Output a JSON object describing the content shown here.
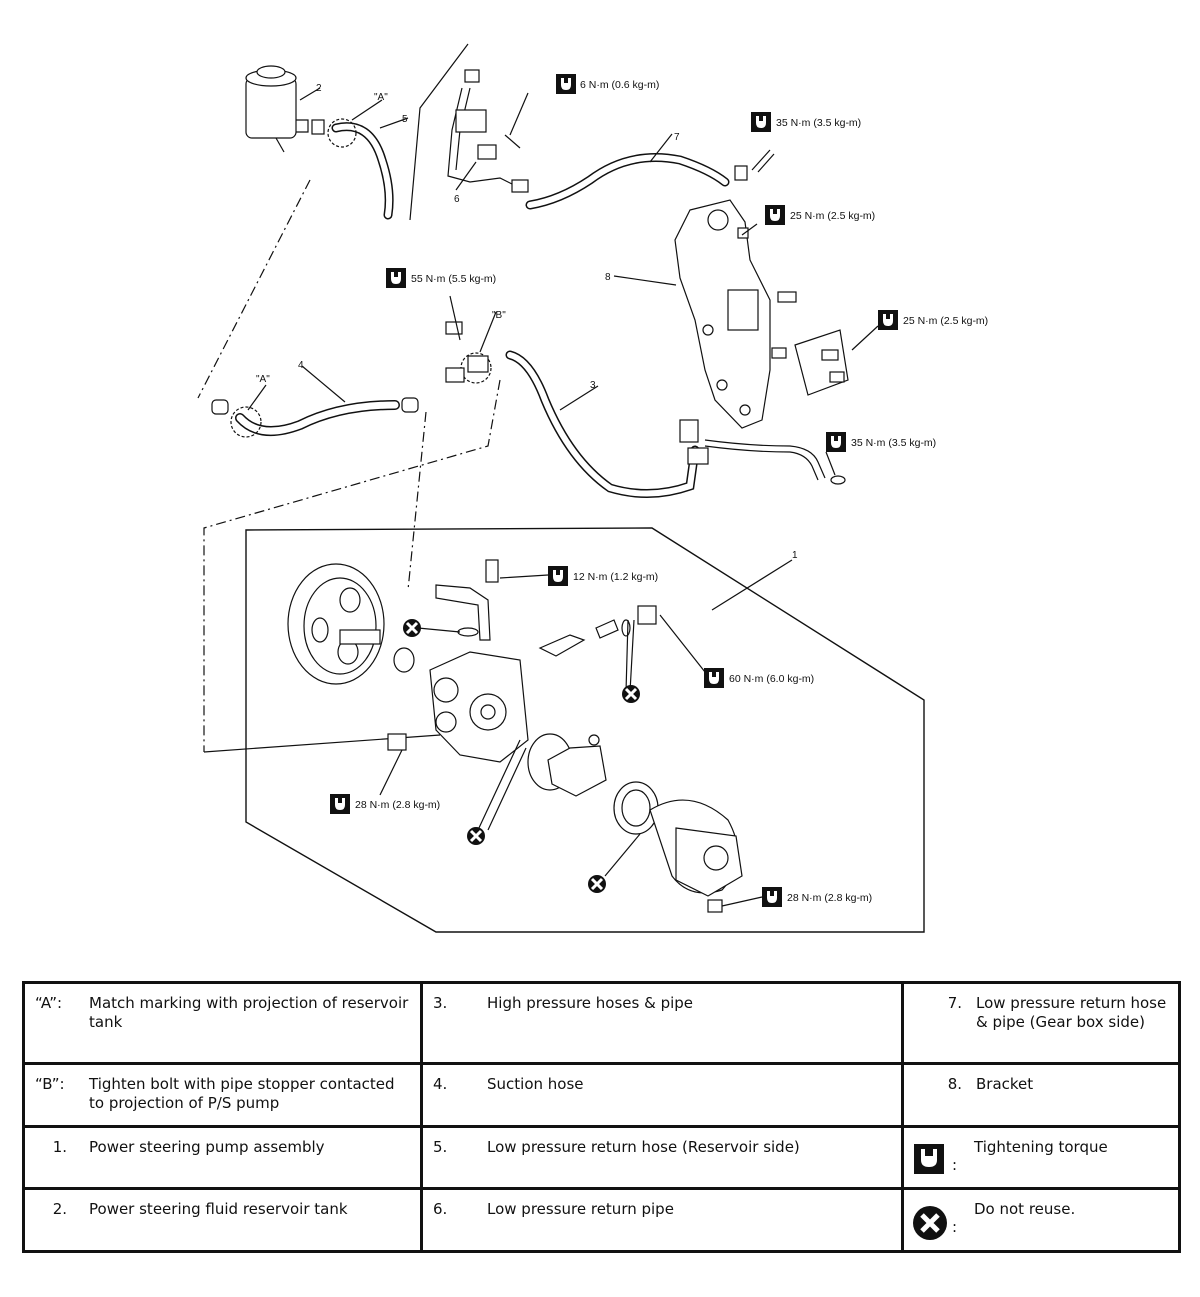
{
  "diagram": {
    "callouts": {
      "c1": "1",
      "c2": "2",
      "c3": "3",
      "c4": "4",
      "c5": "5",
      "c6": "6",
      "c7": "7",
      "c8": "8",
      "markA1": "\"A\"",
      "markA2": "\"A\"",
      "markB": "\"B\""
    },
    "torques": [
      "6 N·m (0.6 kg-m)",
      "35 N·m (3.5 kg-m)",
      "25 N·m (2.5 kg-m)",
      "55 N·m (5.5 kg-m)",
      "25 N·m (2.5 kg-m)",
      "35 N·m (3.5 kg-m)",
      "12 N·m (1.2 kg-m)",
      "60 N·m (6.0 kg-m)",
      "28 N·m (2.8 kg-m)",
      "28 N·m (2.8 kg-m)"
    ]
  },
  "legend": {
    "rows": [
      [
        {
          "key": "“A”:",
          "text": "Match marking with projection of reservoir tank"
        },
        {
          "key": "3.",
          "text": "High pressure hoses & pipe"
        },
        {
          "key": "7.",
          "text": "Low pressure return hose & pipe (Gear box side)"
        }
      ],
      [
        {
          "key": "“B”:",
          "text": "Tighten bolt with pipe stopper contacted to projection of P/S pump"
        },
        {
          "key": "4.",
          "text": "Suction hose"
        },
        {
          "key": "8.",
          "text": "Bracket"
        }
      ],
      [
        {
          "key": "1.",
          "text": "Power steering pump assembly"
        },
        {
          "key": "5.",
          "text": "Low pressure return hose (Reservoir side)"
        },
        {
          "key": ":",
          "text": "Tightening torque",
          "icon": "torque-wrench-icon"
        }
      ],
      [
        {
          "key": "2.",
          "text": "Power steering fluid reservoir tank"
        },
        {
          "key": "6.",
          "text": "Low pressure return pipe"
        },
        {
          "key": ":",
          "text": "Do not reuse.",
          "icon": "do-not-reuse-icon"
        }
      ]
    ]
  }
}
